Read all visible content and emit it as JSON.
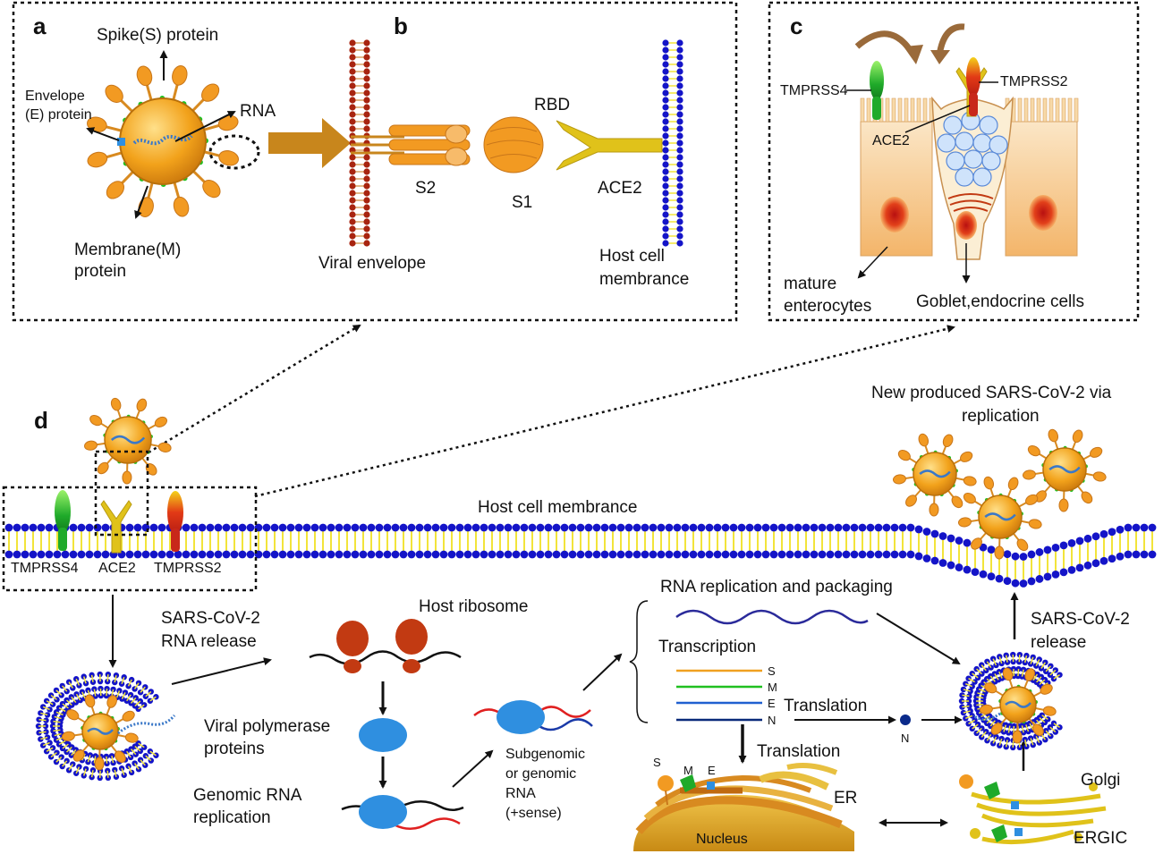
{
  "colors": {
    "virus_fill": "#f2a21b",
    "spike": "#e89a22",
    "membrane_head": "#1414c8",
    "membrane_tail": "#f2e43a",
    "envelope_head": "#a82410",
    "tmprss2": "#d8321c",
    "tmprss4": "#2fbf2f",
    "ace2": "#e0c21a",
    "ribosome": "#c23a12",
    "polymerase": "#2f8fe0",
    "cell_fill": "#f6c88a",
    "er": "#d9a830"
  },
  "panel_a": {
    "letter": "a",
    "spike_label": "Spike(S)  protein",
    "envelope_label_1": "Envelope",
    "envelope_label_2": "(E) protein",
    "rna_label": "RNA",
    "membrane_label_1": "Membrane(M)",
    "membrane_label_2": "protein"
  },
  "panel_b": {
    "letter": "b",
    "rbd": "RBD",
    "s2": "S2",
    "s1": "S1",
    "ace2": "ACE2",
    "viral_envelope": "Viral envelope",
    "host_1": "Host cell",
    "host_2": "membrance"
  },
  "panel_c": {
    "letter": "c",
    "tmprss4": "TMPRSS4",
    "tmprss2": "TMPRSS2",
    "ace2": "ACE2",
    "mature_1": "mature",
    "mature_2": "enterocytes",
    "goblet": "Goblet,endocrine cells"
  },
  "panel_d": {
    "letter": "d",
    "new_1": "New produced SARS-CoV-2 via",
    "new_2": "replication",
    "host_membrane": "Host cell membrance",
    "tmprss4": "TMPRSS4",
    "ace2": "ACE2",
    "tmprss2": "TMPRSS2",
    "release_1": "SARS-CoV-2",
    "release_2": "RNA release",
    "host_ribosome": "Host ribosome",
    "polymerase_1": "Viral polymerase",
    "polymerase_2": "proteins",
    "genomic_1": "Genomic RNA",
    "genomic_2": "replication",
    "sub_1": "Subgenomic",
    "sub_2": "or genomic",
    "sub_3": "RNA",
    "sub_4": "(+sense)",
    "rna_rep": "RNA replication and packaging",
    "transcription": "Transcription",
    "s": "S",
    "m": "M",
    "e": "E",
    "n": "N",
    "translation_1": "Translation",
    "translation_2": "Translation",
    "n_dot": "N",
    "release_right_1": "SARS-CoV-2",
    "release_right_2": "release",
    "er_s": "S",
    "er_m": "M",
    "er_e": "E",
    "er": "ER",
    "nucleus": "Nucleus",
    "golgi": "Golgi",
    "ergic": "ERGIC"
  }
}
